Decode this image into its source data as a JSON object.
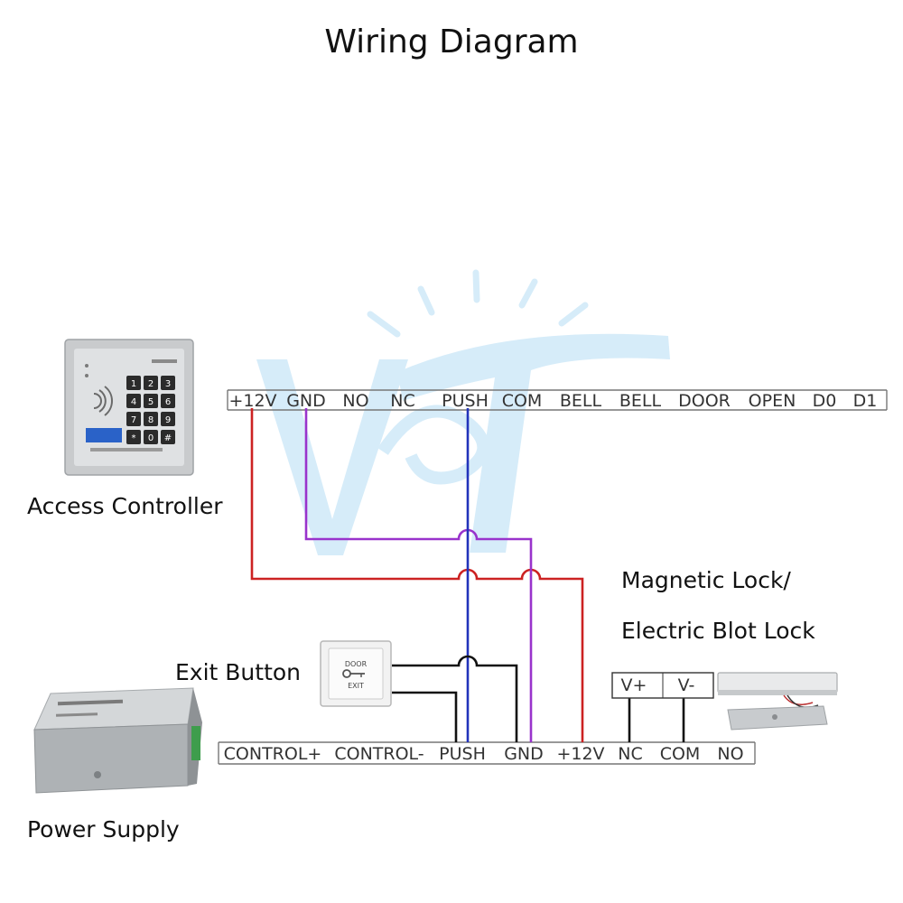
{
  "title": "Wiring Diagram",
  "labels": {
    "access_controller": "Access Controller",
    "power_supply": "Power Supply",
    "exit_button": "Exit Button",
    "magnetic_lock_line1": "Magnetic Lock/",
    "magnetic_lock_line2": "Electric Blot Lock"
  },
  "controller_terminals": [
    "+12V",
    "GND",
    "NO",
    "NC",
    "PUSH",
    "COM",
    "BELL",
    "BELL",
    "DOOR",
    "OPEN",
    "D0",
    "D1"
  ],
  "power_supply_terminals": [
    "CONTROL+",
    "CONTROL-",
    "PUSH",
    "GND",
    "+12V",
    "NC",
    "COM",
    "NO"
  ],
  "lock_terminals": [
    "V+",
    "V-"
  ],
  "device_text": {
    "keypad_keys": [
      "1",
      "2",
      "3",
      "4",
      "5",
      "6",
      "7",
      "8",
      "9",
      "*",
      "0",
      "#"
    ],
    "exit_button_top": "DOOR",
    "exit_button_bottom": "EXIT"
  },
  "wire_colors": {
    "plus12v": "#cc2222",
    "gnd": "#9933cc",
    "push": "#2233bb",
    "signal": "#111111"
  },
  "watermark_color": "#cfe9f8"
}
